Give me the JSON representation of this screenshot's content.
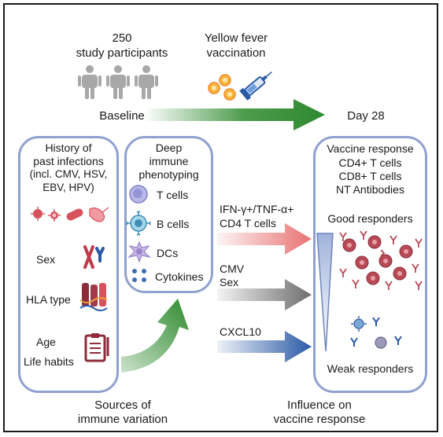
{
  "header": {
    "participants": [
      "250",
      "study participants"
    ],
    "vaccination": [
      "Yellow fever",
      "vaccination"
    ]
  },
  "timeline": {
    "start": "Baseline",
    "end": "Day 28"
  },
  "history_panel": {
    "title": [
      "History of",
      "past infections",
      "(incl. CMV, HSV,",
      "EBV, HPV)"
    ],
    "labels": {
      "sex": "Sex",
      "hla": "HLA type",
      "age": "Age",
      "habits": "Life habits"
    }
  },
  "phenotyping_panel": {
    "title": [
      "Deep",
      "immune",
      "phenotyping"
    ],
    "items": [
      "T cells",
      "B cells",
      "DCs",
      "Cytokines"
    ]
  },
  "arrows": {
    "top": [
      "IFN-γ+/TNF-α+",
      "CD4 T cells"
    ],
    "middle": [
      "CMV",
      "Sex"
    ],
    "bottom": "CXCL10"
  },
  "response_panel": {
    "title": [
      "Vaccine response",
      "CD4+ T cells",
      "CD8+ T cells",
      "NT Antibodies"
    ],
    "good": "Good responders",
    "weak": "Weak responders"
  },
  "footer": {
    "left": [
      "Sources of",
      "immune variation"
    ],
    "right": [
      "Influence on",
      "vaccine response"
    ]
  },
  "colors": {
    "panel_border": "#8fa1cf",
    "timeline_arrow": "#2e8a2e",
    "arrow_top": "#e87272",
    "arrow_middle": "#6e6e6e",
    "arrow_bottom": "#2a5aa6",
    "people": "#a8a8a8"
  }
}
